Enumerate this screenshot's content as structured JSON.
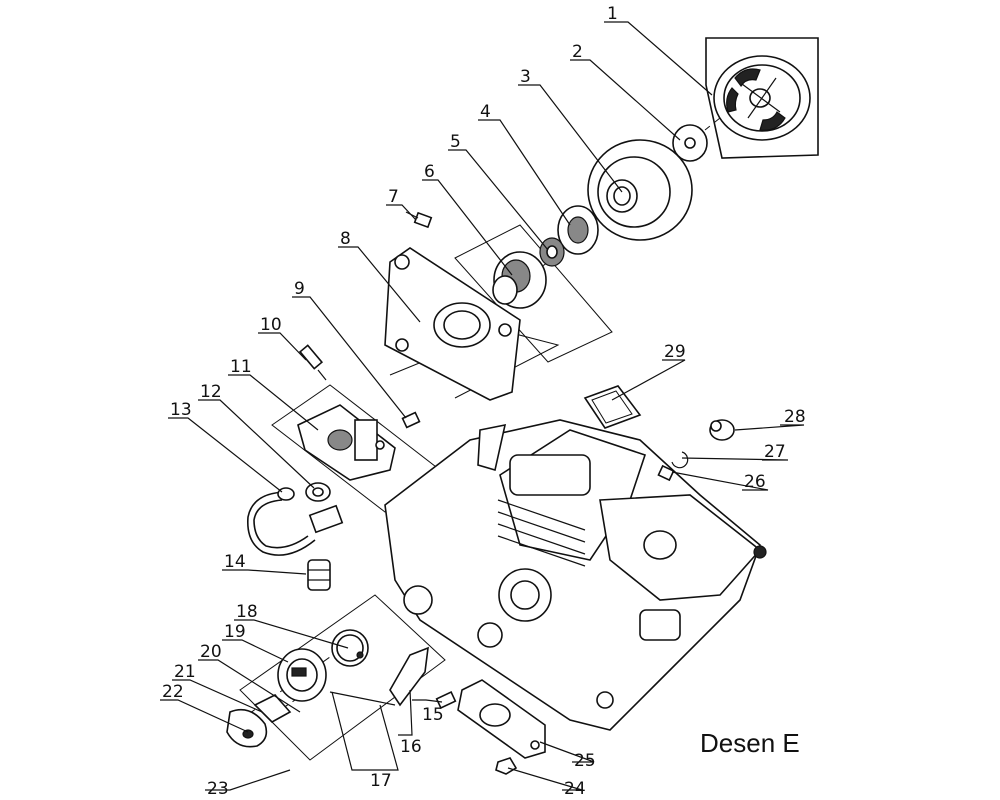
{
  "diagram": {
    "caption": "Desen E",
    "callouts": [
      "1",
      "2",
      "3",
      "4",
      "5",
      "6",
      "7",
      "8",
      "9",
      "10",
      "11",
      "12",
      "13",
      "14",
      "15",
      "16",
      "17",
      "18",
      "19",
      "20",
      "21",
      "22",
      "23",
      "24",
      "25",
      "26",
      "27",
      "28",
      "29"
    ]
  }
}
